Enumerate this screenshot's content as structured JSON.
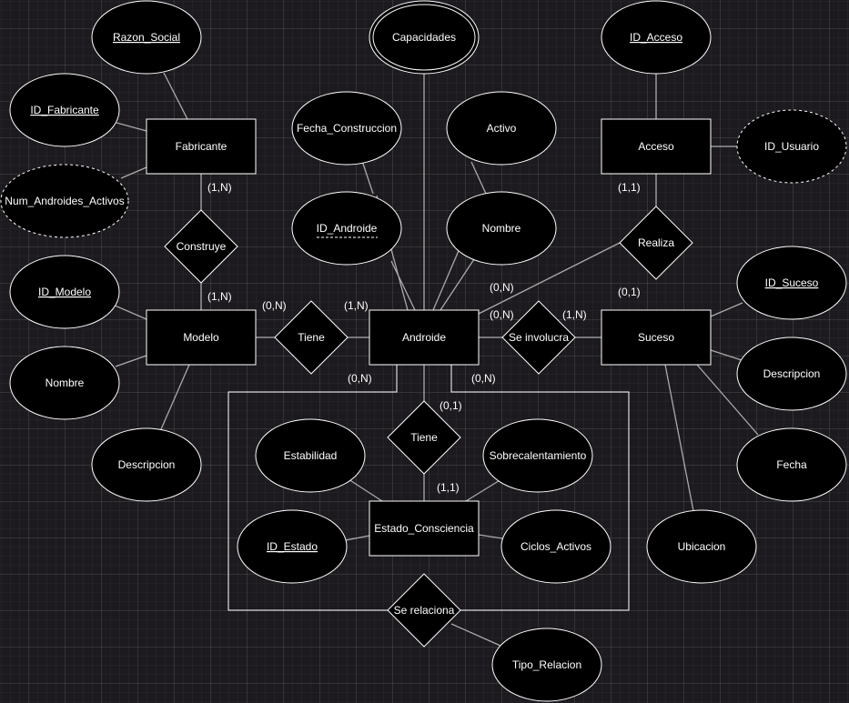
{
  "entities": {
    "fabricante": "Fabricante",
    "modelo": "Modelo",
    "androide": "Androide",
    "acceso": "Acceso",
    "suceso": "Suceso",
    "estado_consciencia": "Estado_Consciencia"
  },
  "relationships": {
    "construye": "Construye",
    "tiene_modelo": "Tiene",
    "realiza": "Realiza",
    "se_involucra": "Se involucra",
    "tiene_estado": "Tiene",
    "se_relaciona": "Se relaciona"
  },
  "attributes": {
    "razon_social": "Razon_Social",
    "id_fabricante": "ID_Fabricante",
    "num_androides_activos": "Num_Androides_Activos",
    "id_modelo": "ID_Modelo",
    "nombre_modelo": "Nombre",
    "descripcion_modelo": "Descripcion",
    "capacidades": "Capacidades",
    "fecha_construccion": "Fecha_Construccion",
    "activo": "Activo",
    "id_androide": "ID_Androide",
    "nombre_androide": "Nombre",
    "id_acceso": "ID_Acceso",
    "id_usuario": "ID_Usuario",
    "id_suceso": "ID_Suceso",
    "descripcion_suceso": "Descripcion",
    "fecha": "Fecha",
    "ubicacion": "Ubicacion",
    "estabilidad": "Estabilidad",
    "sobrecalentamiento": "Sobrecalentamiento",
    "id_estado": "ID_Estado",
    "ciclos_activos": "Ciclos_Activos",
    "tipo_relacion": "Tipo_Relacion"
  },
  "cardinalities": {
    "fabricante_construye": "(1,N)",
    "modelo_construye": "(1,N)",
    "modelo_tiene": "(0,N)",
    "androide_tiene": "(1,N)",
    "acceso_realiza": "(1,1)",
    "androide_realiza": "(0,N)",
    "androide_involucra": "(0,N)",
    "suceso_involucra": "(1,N)",
    "suceso_realiza": "(0,1)",
    "androide_relaciona_left": "(0,N)",
    "androide_relaciona_right": "(0,N)",
    "androide_tiene_estado": "(0,1)",
    "estado_tiene": "(1,1)"
  }
}
